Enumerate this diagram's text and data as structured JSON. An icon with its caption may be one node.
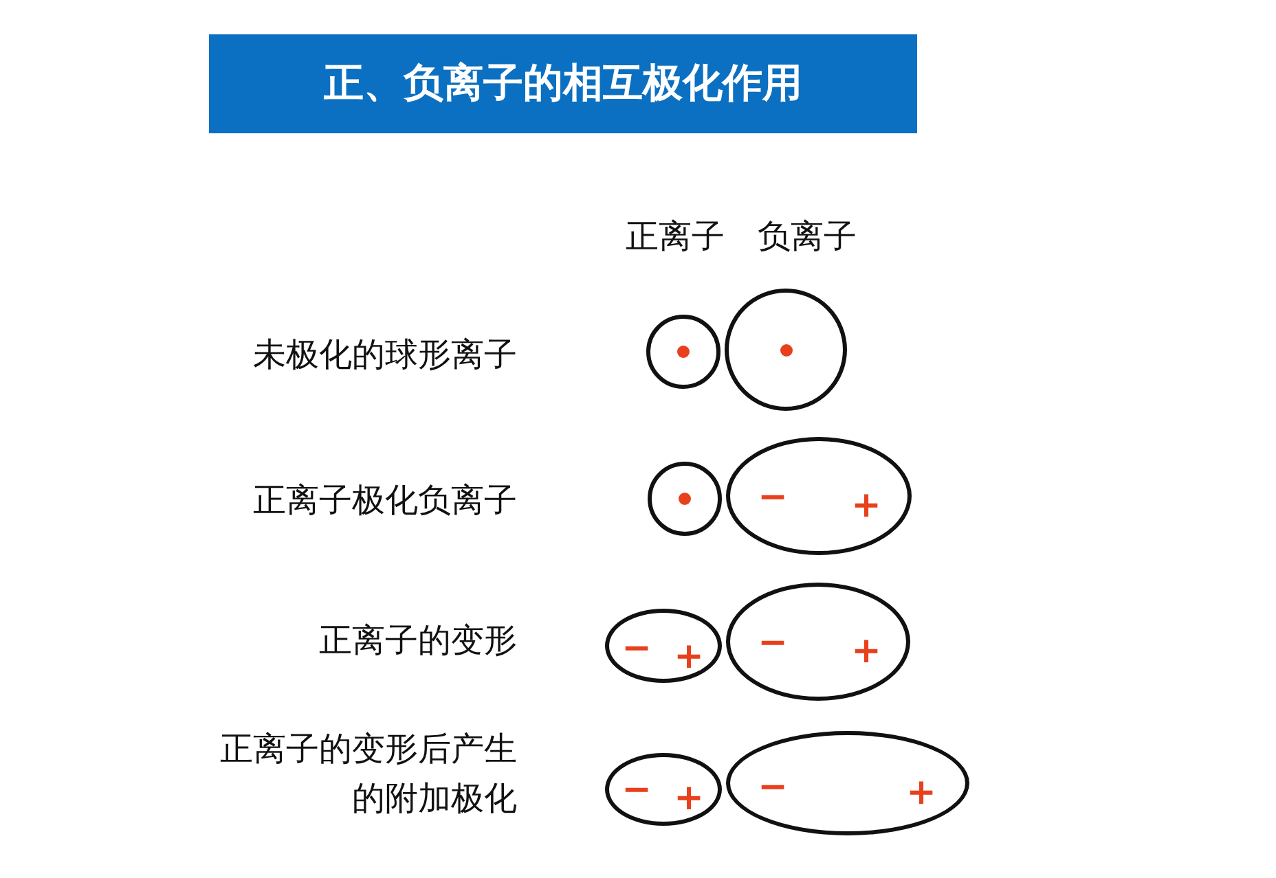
{
  "diagram": {
    "title": "正、负离子的相互极化作用",
    "nodes": [
      {
        "text": [],
        "shape": "circle"
      },
      {
        "text": [],
        "shape": "circle"
      },
      {
        "text": [],
        "shape": "circle"
      },
      {
        "text": [
          "−",
          "+"
        ]
      },
      {
        "text": [
          "−",
          "+"
        ]
      },
      {
        "text": [
          "−",
          "+"
        ]
      },
      {
        "text": [
          "−",
          "+"
        ]
      },
      {
        "text": [
          "−",
          "+"
        ]
      }
    ],
    "labels": [
      "正离子",
      "负离子",
      "未极化的球形离子",
      "正离子极化负离子",
      "正离子的变形",
      "正离子的变形后产生的附加极化"
    ]
  }
}
